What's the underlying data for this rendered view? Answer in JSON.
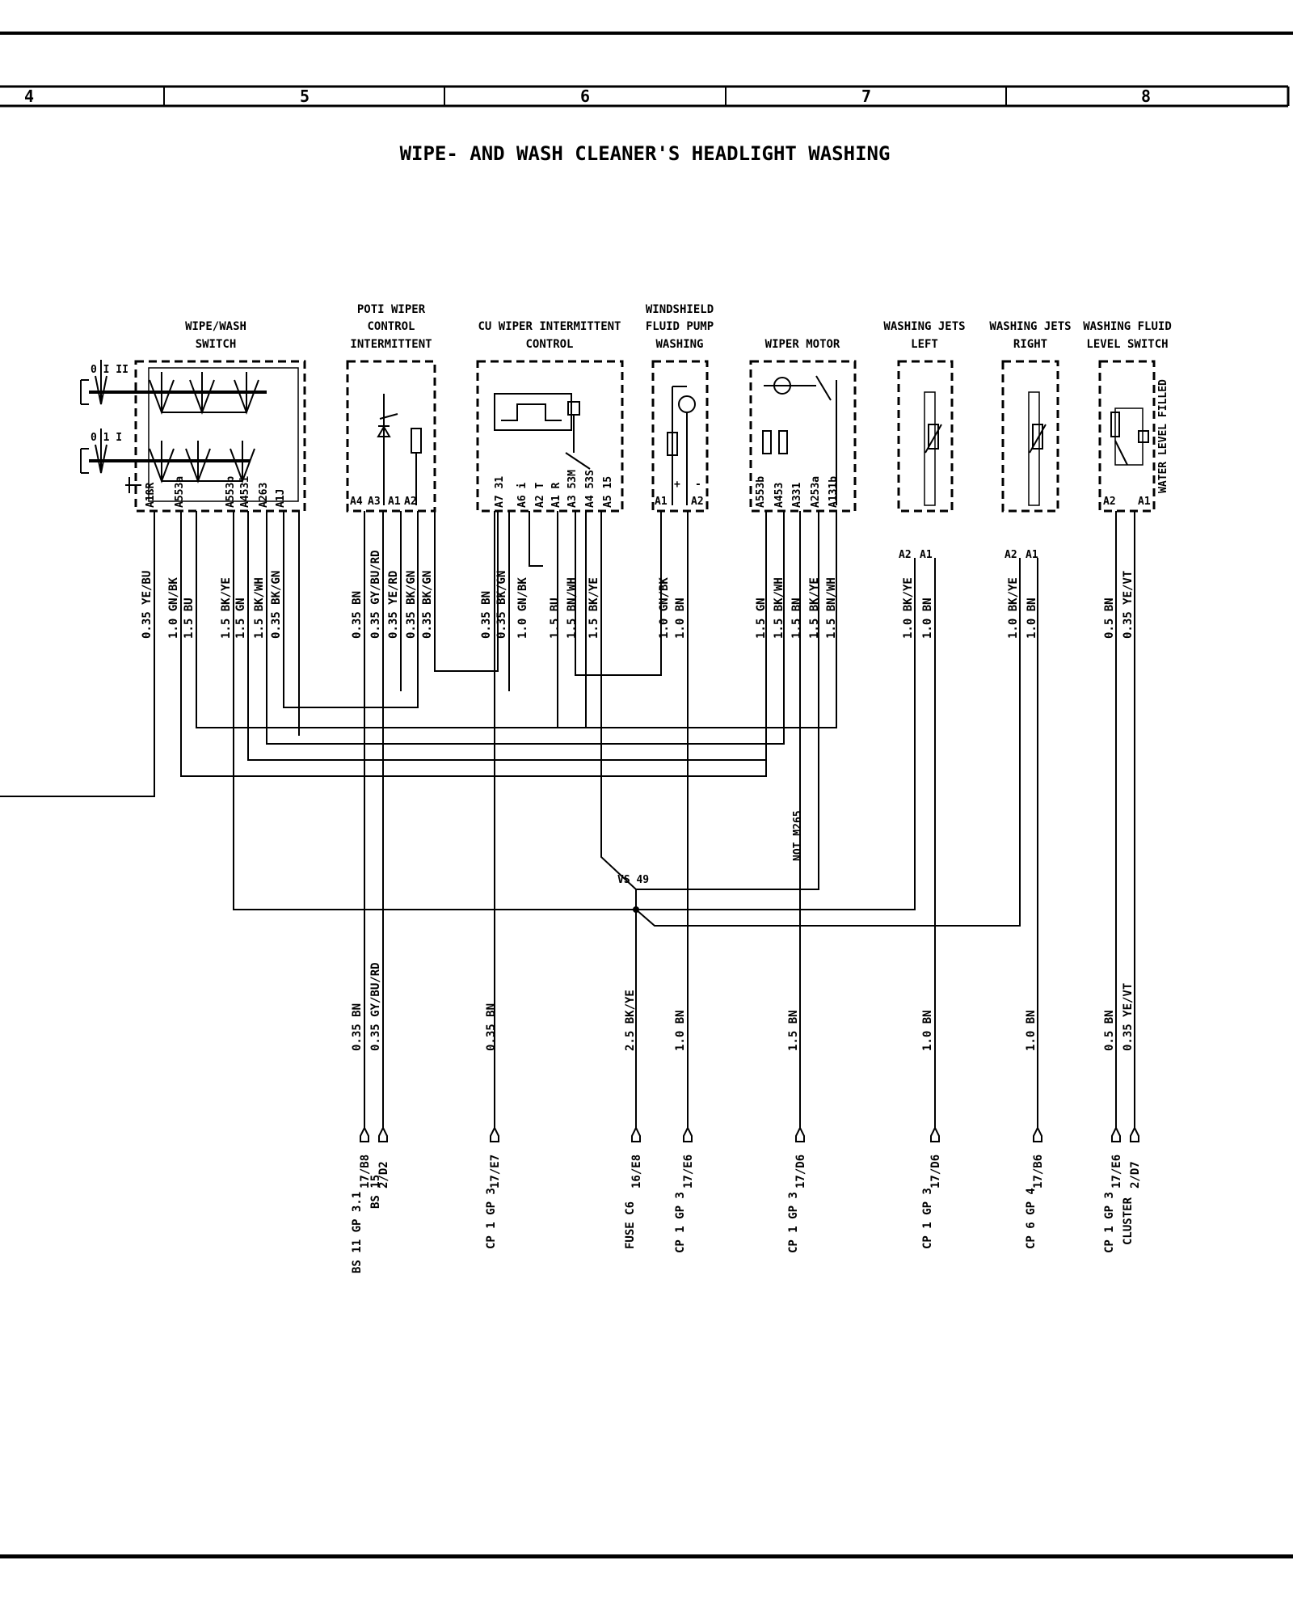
{
  "header": {
    "columns": [
      "4",
      "5",
      "6",
      "7",
      "8"
    ],
    "title": "WIPE- AND WASH CLEANER'S HEADLIGHT WASHING"
  },
  "components": [
    {
      "label": [
        "WIPE/WASH",
        "SWITCH"
      ],
      "pins": [
        "A1ßR",
        "A553a",
        "A553b",
        "A453i",
        "A263",
        "A1J"
      ],
      "switch_marks": [
        "0 I II",
        "0 1 I"
      ]
    },
    {
      "label": [
        "POTI WIPER",
        "CONTROL",
        "INTERMITTENT"
      ],
      "pins": [
        "A4",
        "A3",
        "A1",
        "A2"
      ]
    },
    {
      "label": [
        "CU WIPER INTERMITTENT",
        "CONTROL"
      ],
      "pins": [
        "A7 31",
        "A6 i",
        "A2 T",
        "A1 R",
        "A3 53M",
        "A4 53S",
        "A5 15"
      ]
    },
    {
      "label": [
        "WINDSHIELD",
        "FLUID PUMP",
        "WASHING"
      ],
      "pins": [
        "A1",
        "A2"
      ],
      "polarity": [
        "+",
        "-"
      ]
    },
    {
      "label": [
        "WIPER MOTOR"
      ],
      "pins": [
        "A553b",
        "A453",
        "A331",
        "A253a",
        "A131b"
      ]
    },
    {
      "label": [
        "WASHING JETS",
        "LEFT"
      ],
      "pins": [
        "A2",
        "A1"
      ]
    },
    {
      "label": [
        "WASHING JETS",
        "RIGHT"
      ],
      "pins": [
        "A2",
        "A1"
      ]
    },
    {
      "label": [
        "WASHING FLUID",
        "LEVEL SWITCH"
      ],
      "pins": [
        "A2",
        "A1"
      ],
      "side_label": "WATER LEVEL FILLED"
    }
  ],
  "upper_wires": [
    "0.35 YE/BU",
    "1.0 GN/BK",
    "1.5 BU",
    "1.5 BK/YE",
    "1.5 GN",
    "1.5 BK/WH",
    "0.35 BK/GN",
    "0.35 BN",
    "0.35 GY/BU/RD",
    "0.35 YE/RD",
    "0.35 BK/GN",
    "0.35 BK/GN",
    "0.35 BN",
    "0.35 BK/GN",
    "1.0 GN/BK",
    "1.5 BU",
    "1.5 BN/WH",
    "1.5 BK/YE",
    "1.0 GN/BK",
    "1.0 BN",
    "1.5 GN",
    "1.5 BK/WH",
    "1.5 BN",
    "1.5 BK/YE",
    "1.5 BN/WH",
    "1.0 BK/YE",
    "1.0 BN",
    "1.0 BK/YE",
    "1.0 BN",
    "0.5 BN",
    "0.35 YE/VT"
  ],
  "jet_pins": [
    "A2",
    "A1",
    "A2",
    "A1"
  ],
  "splice": "VS 49",
  "note": "NOT M265",
  "lower_wires": [
    "0.35 BN",
    "0.35 GY/BU/RD",
    "0.35 BN",
    "2.5 BK/YE",
    "1.0 BN",
    "1.5 BN",
    "1.0 BN",
    "1.0 BN",
    "0.5 BN",
    "0.35 YE/VT"
  ],
  "destinations": [
    {
      "ref": "17/B8",
      "name": "BS 11 GP 3.1"
    },
    {
      "ref": "2/D2",
      "name": "BS 15"
    },
    {
      "ref": "17/E7",
      "name": "CP 1 GP 3"
    },
    {
      "ref": "16/E8",
      "name": "FUSE C6"
    },
    {
      "ref": "17/E6",
      "name": "CP 1 GP 3"
    },
    {
      "ref": "17/D6",
      "name": "CP 1 GP 3"
    },
    {
      "ref": "17/D6",
      "name": "CP 1 GP 3"
    },
    {
      "ref": "17/B6",
      "name": "CP 6 GP 4"
    },
    {
      "ref": "17/E6",
      "name": "CP 1 GP 3"
    },
    {
      "ref": "2/D7",
      "name": "CLUSTER"
    }
  ]
}
